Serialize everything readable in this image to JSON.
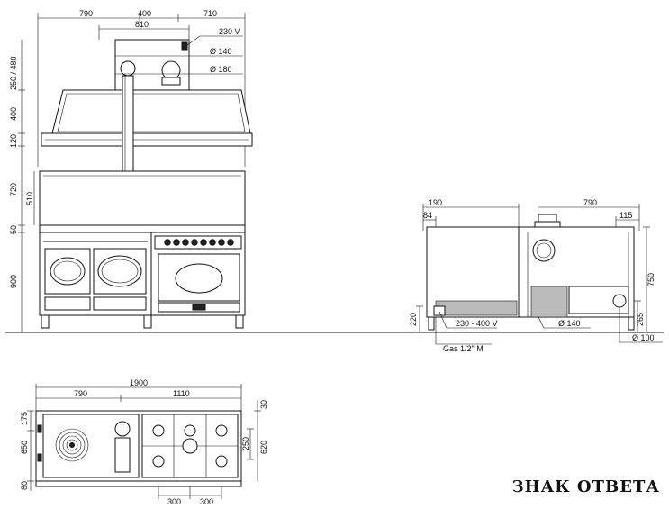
{
  "front_view": {
    "top_dims": [
      "790",
      "400",
      "710"
    ],
    "hood_dim": "810",
    "labels": [
      "230 V",
      "Ø 140",
      "Ø 180"
    ],
    "left_dims": [
      "250 / 480",
      "400",
      "120",
      "720",
      "510",
      "50",
      "900"
    ]
  },
  "side_view": {
    "top_left_dims": [
      "190",
      "84"
    ],
    "top_right_dims": [
      "790",
      "115"
    ],
    "right_dims": [
      "750",
      "265"
    ],
    "left_dim": "220",
    "labels": [
      "230 - 400 V",
      "Ø 140",
      "Gas 1/2\" M",
      "Ø 100"
    ]
  },
  "plan_view": {
    "top_dims": [
      "1900",
      "790",
      "1110"
    ],
    "left_dims": [
      "175",
      "650",
      "80"
    ],
    "right_dims": [
      "30",
      "250",
      "620"
    ],
    "bottom_dims": [
      "300",
      "300"
    ]
  },
  "watermark": "ЗНАК ОТВЕТА"
}
